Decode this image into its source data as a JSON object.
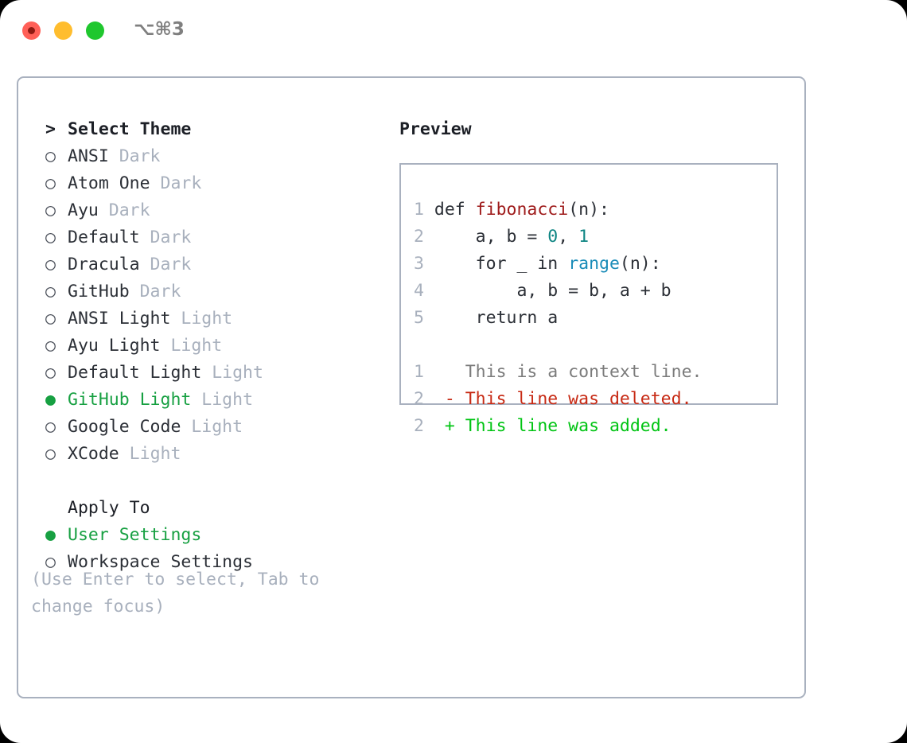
{
  "window": {
    "shortcut_label": "⌥⌘3",
    "traffic_lights": [
      {
        "name": "close",
        "color": "#ff6058"
      },
      {
        "name": "minimize",
        "color": "#ffbd2e"
      },
      {
        "name": "maximize",
        "color": "#1fc72e"
      }
    ]
  },
  "colors": {
    "accent_green": "#17a042",
    "text": "#2b2f36",
    "muted": "#a8b0bd",
    "border": "#a9b1bf",
    "diff_add": "#00c413",
    "diff_del": "#c72a14",
    "syntax_function": "#9e1a1a",
    "syntax_number": "#0e8583",
    "syntax_builtin": "#1a8cb8"
  },
  "theme_list": {
    "header_marker": ">",
    "header_label": "Select Theme",
    "marker_selected": "●",
    "marker_unselected": "○",
    "items": [
      {
        "name": "ANSI",
        "category": "Dark",
        "selected": false
      },
      {
        "name": "Atom One",
        "category": "Dark",
        "selected": false
      },
      {
        "name": "Ayu",
        "category": "Dark",
        "selected": false
      },
      {
        "name": "Default",
        "category": "Dark",
        "selected": false
      },
      {
        "name": "Dracula",
        "category": "Dark",
        "selected": false
      },
      {
        "name": "GitHub",
        "category": "Dark",
        "selected": false
      },
      {
        "name": "ANSI Light",
        "category": "Light",
        "selected": false
      },
      {
        "name": "Ayu Light",
        "category": "Light",
        "selected": false
      },
      {
        "name": "Default Light",
        "category": "Light",
        "selected": false
      },
      {
        "name": "GitHub Light",
        "category": "Light",
        "selected": true
      },
      {
        "name": "Google Code",
        "category": "Light",
        "selected": false
      },
      {
        "name": "XCode",
        "category": "Light",
        "selected": false
      }
    ]
  },
  "apply_to": {
    "title": "Apply To",
    "options": [
      {
        "label": "User Settings",
        "selected": true
      },
      {
        "label": "Workspace Settings",
        "selected": false
      }
    ]
  },
  "hint": "(Use Enter to select, Tab to change focus)",
  "preview": {
    "title": "Preview",
    "code_lines": [
      {
        "n": "1",
        "tokens": [
          {
            "t": "def ",
            "c": "plain"
          },
          {
            "t": "fibonacci",
            "c": "fn"
          },
          {
            "t": "(n):",
            "c": "plain"
          }
        ]
      },
      {
        "n": "2",
        "tokens": [
          {
            "t": "    a, b = ",
            "c": "plain"
          },
          {
            "t": "0",
            "c": "num"
          },
          {
            "t": ", ",
            "c": "plain"
          },
          {
            "t": "1",
            "c": "num"
          }
        ]
      },
      {
        "n": "3",
        "tokens": [
          {
            "t": "    for _ in ",
            "c": "plain"
          },
          {
            "t": "range",
            "c": "kwfn"
          },
          {
            "t": "(n):",
            "c": "plain"
          }
        ]
      },
      {
        "n": "4",
        "tokens": [
          {
            "t": "        a, b = b, a + b",
            "c": "plain"
          }
        ]
      },
      {
        "n": "5",
        "tokens": [
          {
            "t": "    return a",
            "c": "plain"
          }
        ]
      }
    ],
    "diff_lines": [
      {
        "n": "1",
        "sign": " ",
        "text": " This is a context line.",
        "kind": "ctx"
      },
      {
        "n": "2",
        "sign": "-",
        "text": " This line was deleted.",
        "kind": "del"
      },
      {
        "n": "2",
        "sign": "+",
        "text": " This line was added.",
        "kind": "add"
      }
    ]
  }
}
